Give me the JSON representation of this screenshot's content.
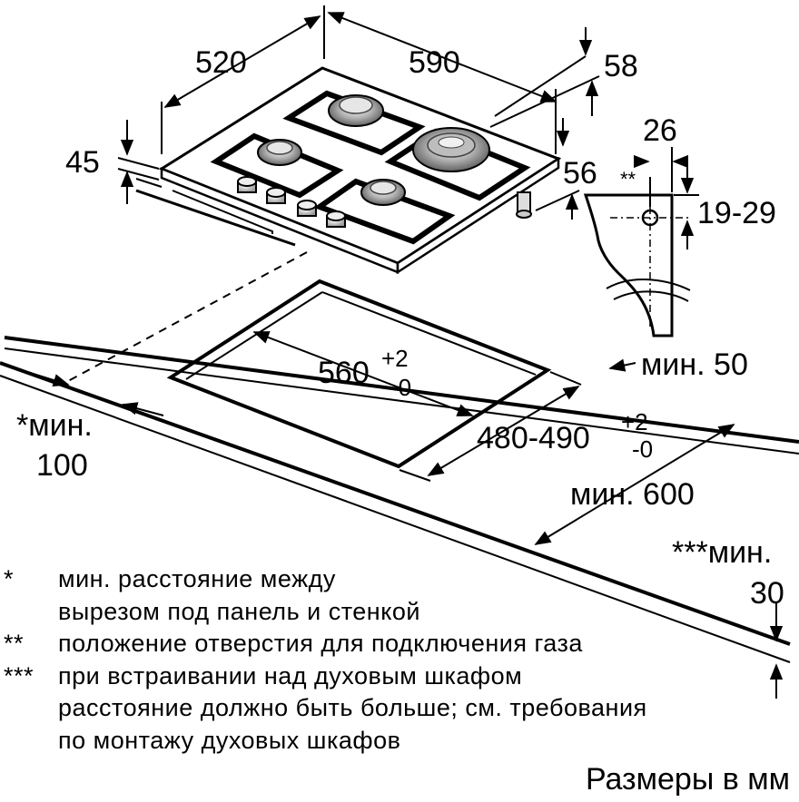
{
  "dimensions": {
    "width_520": "520",
    "width_590": "590",
    "depth_58": "58",
    "height_45": "45",
    "offset_56": "56",
    "gas_26": "26",
    "gas_marker": "**",
    "gas_19_29": "19-29",
    "cutout_width": "560",
    "cutout_width_tol_plus": "+2",
    "cutout_width_tol_minus": "-0",
    "cutout_depth": "480-490",
    "cutout_depth_tol_plus": "+2",
    "cutout_depth_tol_minus": "-0",
    "min_50": "мин. 50",
    "min_600": "мин. 600",
    "min_100_prefix": "*мин.",
    "min_100_value": "100",
    "min_30_prefix": "***мин.",
    "min_30_value": "30"
  },
  "notes": [
    {
      "marker": "*",
      "text": "мин. расстояние между\nвырезом под панель и стенкой"
    },
    {
      "marker": "**",
      "text": "положение отверстия для подключения газа"
    },
    {
      "marker": "***",
      "text": "при встраивании над духовым шкафом\nрасстояние должно быть больше; см. требования\nпо монтажу духовых шкафов"
    }
  ],
  "units_label": "Размеры в мм"
}
